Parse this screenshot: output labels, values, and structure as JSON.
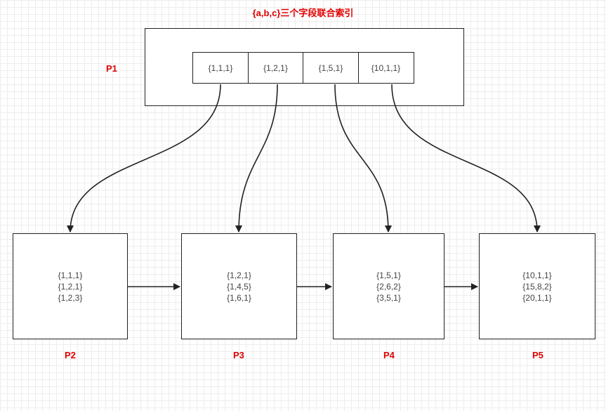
{
  "title": "{a,b,c}三个字段联合索引",
  "root": {
    "label": "P1",
    "keys": [
      "{1,1,1}",
      "{1,2,1}",
      "{1,5,1}",
      "{10,1,1}"
    ]
  },
  "leaves": [
    {
      "label": "P2",
      "rows": [
        "{1,1,1}",
        "{1,2,1}",
        "{1,2,3}"
      ]
    },
    {
      "label": "P3",
      "rows": [
        "{1,2,1}",
        "{1,4,5}",
        "{1,6,1}"
      ]
    },
    {
      "label": "P4",
      "rows": [
        "{1,5,1}",
        "{2,6,2}",
        "{3,5,1}"
      ]
    },
    {
      "label": "P5",
      "rows": [
        "{10,1,1}",
        "{15,8,2}",
        "{20,1,1}"
      ]
    }
  ],
  "colors": {
    "label": "#e00000",
    "stroke": "#222222",
    "text": "#444444"
  }
}
